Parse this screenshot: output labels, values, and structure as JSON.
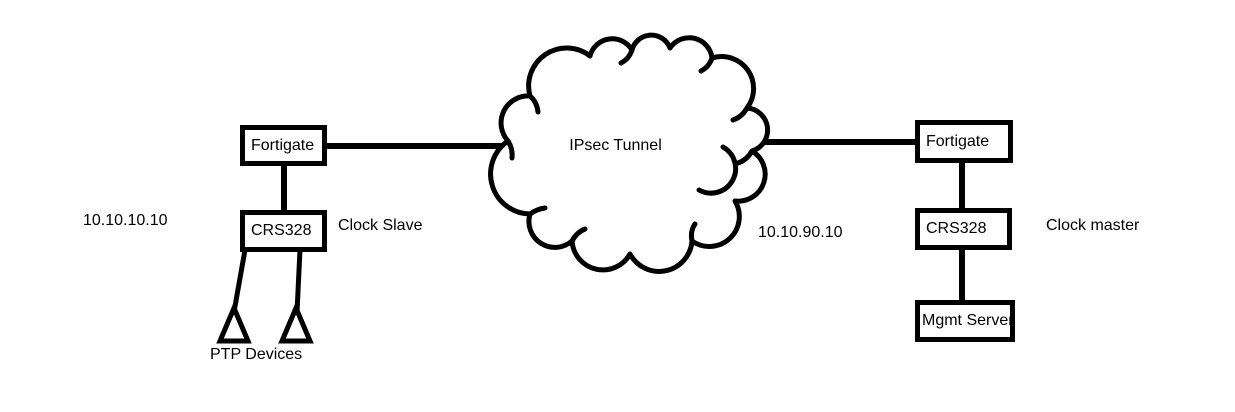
{
  "left_site": {
    "ip": "10.10.10.10",
    "firewall": "Fortigate",
    "switch": "CRS328",
    "role": "Clock Slave",
    "devices": "PTP Devices"
  },
  "tunnel": {
    "label": "IPsec Tunnel"
  },
  "right_site": {
    "ip": "10.10.90.10",
    "firewall": "Fortigate",
    "switch": "CRS328",
    "role": "Clock master",
    "server": "Mgmt Server"
  },
  "colors": {
    "stroke": "#000000",
    "background": "#ffffff"
  }
}
